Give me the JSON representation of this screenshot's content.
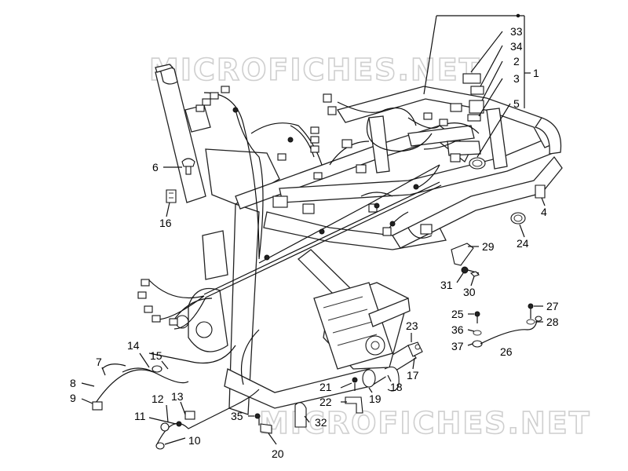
{
  "watermark": {
    "text": "MICROFICHES.NET",
    "color": "#cfcfcf"
  },
  "callouts": [
    {
      "id": "33",
      "label": "33"
    },
    {
      "id": "34",
      "label": "34"
    },
    {
      "id": "2",
      "label": "2"
    },
    {
      "id": "1",
      "label": "1"
    },
    {
      "id": "3",
      "label": "3"
    },
    {
      "id": "5",
      "label": "5"
    },
    {
      "id": "6",
      "label": "6"
    },
    {
      "id": "16",
      "label": "16"
    },
    {
      "id": "4",
      "label": "4"
    },
    {
      "id": "24",
      "label": "24"
    },
    {
      "id": "29",
      "label": "29"
    },
    {
      "id": "31",
      "label": "31"
    },
    {
      "id": "30",
      "label": "30"
    },
    {
      "id": "25",
      "label": "25"
    },
    {
      "id": "27",
      "label": "27"
    },
    {
      "id": "36",
      "label": "36"
    },
    {
      "id": "28",
      "label": "28"
    },
    {
      "id": "37",
      "label": "37"
    },
    {
      "id": "26",
      "label": "26"
    },
    {
      "id": "23",
      "label": "23"
    },
    {
      "id": "17",
      "label": "17"
    },
    {
      "id": "14",
      "label": "14"
    },
    {
      "id": "15",
      "label": "15"
    },
    {
      "id": "7",
      "label": "7"
    },
    {
      "id": "8",
      "label": "8"
    },
    {
      "id": "9",
      "label": "9"
    },
    {
      "id": "21",
      "label": "21"
    },
    {
      "id": "18",
      "label": "18"
    },
    {
      "id": "22",
      "label": "22"
    },
    {
      "id": "19",
      "label": "19"
    },
    {
      "id": "12",
      "label": "12"
    },
    {
      "id": "13",
      "label": "13"
    },
    {
      "id": "11",
      "label": "11"
    },
    {
      "id": "35",
      "label": "35"
    },
    {
      "id": "32",
      "label": "32"
    },
    {
      "id": "10",
      "label": "10"
    },
    {
      "id": "20",
      "label": "20"
    }
  ]
}
